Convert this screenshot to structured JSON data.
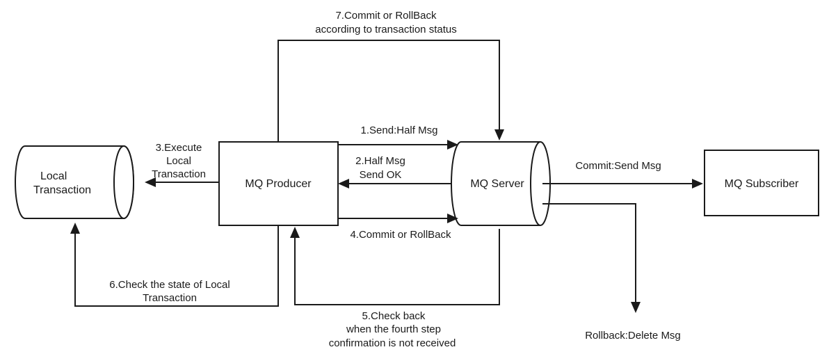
{
  "nodes": {
    "local_transaction": [
      "Local",
      "Transaction"
    ],
    "mq_producer": "MQ Producer",
    "mq_server": "MQ Server",
    "mq_subscriber": "MQ Subscriber"
  },
  "edges": {
    "step1": "1.Send:Half Msg",
    "step2": [
      "2.Half Msg",
      "Send OK"
    ],
    "step3": [
      "3.Execute",
      "Local",
      "Transaction"
    ],
    "step4": "4.Commit or RollBack",
    "step5": [
      "5.Check back",
      "when the fourth step",
      "confirmation is not received"
    ],
    "step6": [
      "6.Check the state of Local",
      "Transaction"
    ],
    "step7": [
      "7.Commit or RollBack",
      "according to transaction status"
    ],
    "commit": "Commit:Send Msg",
    "rollback": "Rollback:Delete Msg"
  }
}
